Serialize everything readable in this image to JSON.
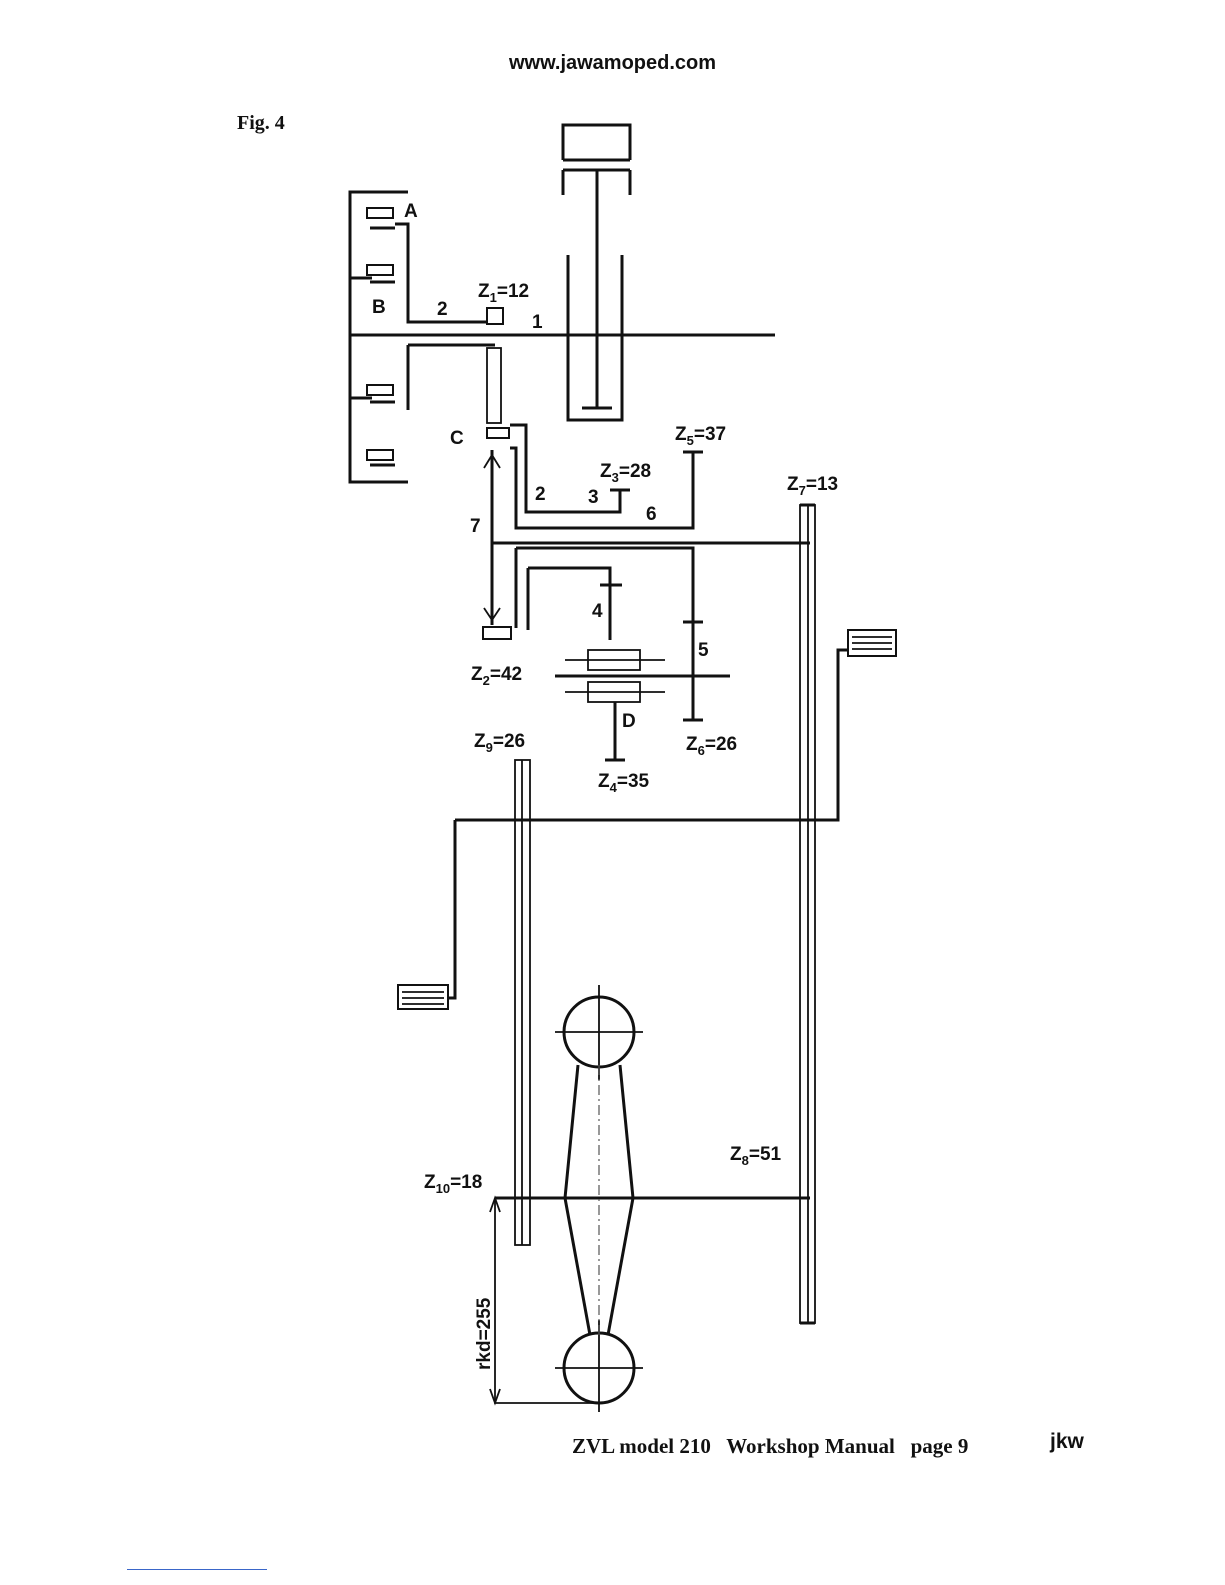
{
  "header": {
    "website": "www.jawamoped.com"
  },
  "figure": {
    "label": "Fig. 4",
    "letters": {
      "a": "A",
      "b": "B",
      "c": "C",
      "d": "D"
    },
    "shaft_numbers": {
      "n1": "1",
      "n2a": "2",
      "n2b": "2",
      "n3": "3",
      "n4": "4",
      "n5": "5",
      "n6": "6",
      "n7": "7"
    },
    "gears": [
      {
        "id": "z1",
        "base": "Z",
        "sub": "1",
        "value": "=12"
      },
      {
        "id": "z2",
        "base": "Z",
        "sub": "2",
        "value": "=42"
      },
      {
        "id": "z3",
        "base": "Z",
        "sub": "3",
        "value": "=28"
      },
      {
        "id": "z4",
        "base": "Z",
        "sub": "4",
        "value": "=35"
      },
      {
        "id": "z5",
        "base": "Z",
        "sub": "5",
        "value": "=37"
      },
      {
        "id": "z6",
        "base": "Z",
        "sub": "6",
        "value": "=26"
      },
      {
        "id": "z7",
        "base": "Z",
        "sub": "7",
        "value": "=13"
      },
      {
        "id": "z8",
        "base": "Z",
        "sub": "8",
        "value": "=51"
      },
      {
        "id": "z9",
        "base": "Z",
        "sub": "9",
        "value": "=26"
      },
      {
        "id": "z10",
        "base": "Z",
        "sub": "10",
        "value": "=18"
      }
    ],
    "wheel_radius": "rkd=255"
  },
  "footer": {
    "text": "ZVL model 210   Workshop Manual   page 9",
    "initials": "jkw"
  },
  "colors": {
    "ink": "#111111",
    "paper": "#ffffff",
    "link_underline": "#3a66c9"
  }
}
